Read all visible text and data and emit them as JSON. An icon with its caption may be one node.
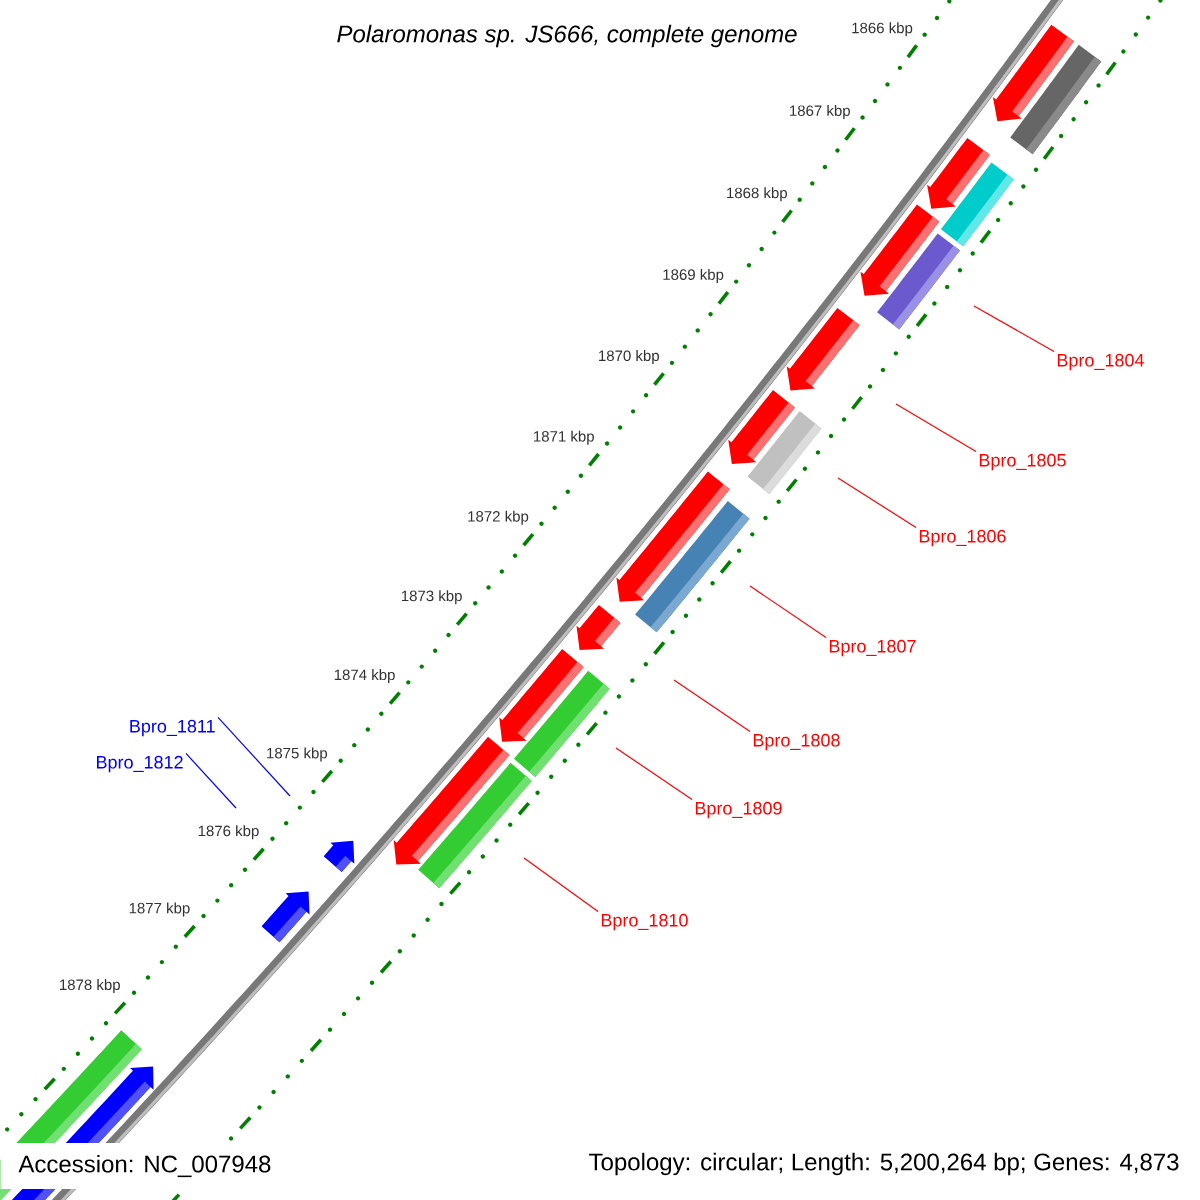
{
  "diagram": {
    "title": "Polaromonas sp. JS666, complete genome",
    "nodes": [
      {
        "text": [
          "Bpro_1804"
        ]
      },
      {
        "text": [
          "Bpro_1805"
        ]
      },
      {
        "text": [
          "Bpro_1806"
        ]
      },
      {
        "text": [
          "Bpro_1807"
        ]
      },
      {
        "text": [
          "Bpro_1808"
        ]
      },
      {
        "text": [
          "Bpro_1809"
        ]
      },
      {
        "text": [
          "Bpro_1810"
        ]
      },
      {
        "text": [
          "Bpro_1811"
        ]
      },
      {
        "text": [
          "Bpro_1812"
        ]
      }
    ],
    "edges": [
      {
        "from": 0,
        "to": null,
        "arrow": "none"
      },
      {
        "from": 1,
        "to": null,
        "arrow": "none"
      },
      {
        "from": 2,
        "to": null,
        "arrow": "none"
      },
      {
        "from": 3,
        "to": null,
        "arrow": "none"
      },
      {
        "from": 4,
        "to": null,
        "arrow": "none"
      },
      {
        "from": 5,
        "to": null,
        "arrow": "none"
      },
      {
        "from": 6,
        "to": null,
        "arrow": "none"
      },
      {
        "from": 7,
        "to": null,
        "arrow": "none",
        "color": "#0000ff"
      },
      {
        "from": 8,
        "to": null,
        "arrow": "none",
        "color": "#0000ff"
      }
    ],
    "labels": [
      "1866 kbp",
      "1867 kbp",
      "1868 kbp",
      "1869 kbp",
      "1870 kbp",
      "1871 kbp",
      "1872 kbp",
      "1873 kbp",
      "1874 kbp",
      "1875 kbp",
      "1876 kbp",
      "1877 kbp",
      "1878 kbp",
      "Accession: NC_007948",
      "Topology: circular; Length: 5,200,264 bp; Genes: 4,873"
    ]
  }
}
